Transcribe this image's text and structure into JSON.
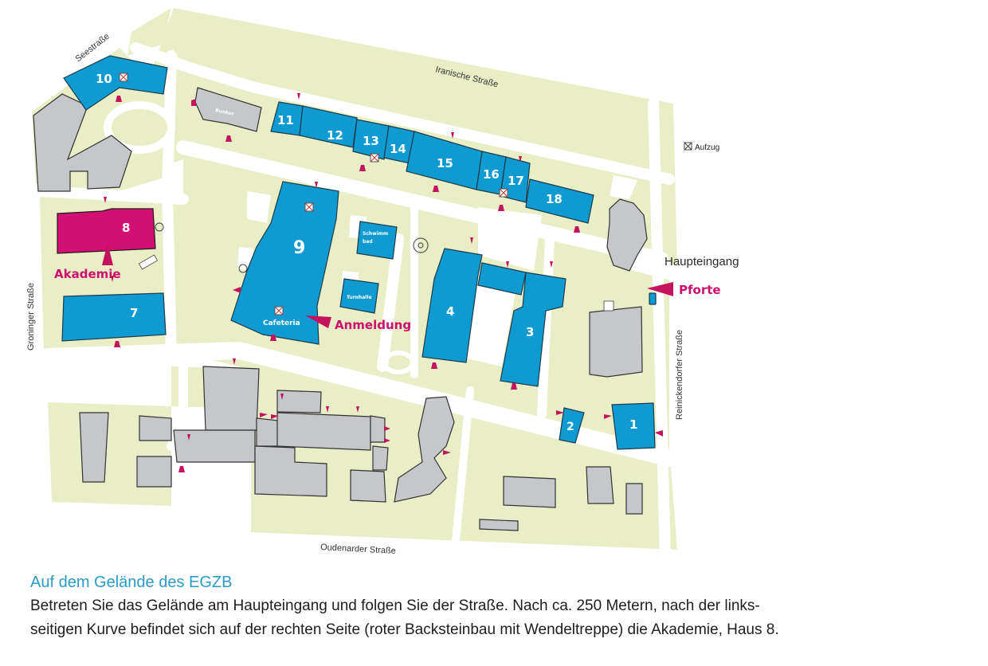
{
  "colors": {
    "ground": "#e9eec7",
    "road": "#ffffff",
    "building_blue": "#0f9bd1",
    "building_gray": "#c5c7ca",
    "highlight_magenta": "#d40f73",
    "entrance_marker": "#c4125f",
    "outline": "#2b2b2b",
    "caption_heading": "#2b9bc4"
  },
  "streets": {
    "north": "Iranische Straße",
    "northwest": "Seestraße",
    "west": "Groninger Straße",
    "east": "Reinickendorfer Straße",
    "south": "Oudenarder Straße"
  },
  "legend": {
    "icon": "elevator-icon",
    "label": "Aufzug"
  },
  "buildings": {
    "b1": "1",
    "b2": "2",
    "b3": "3",
    "b4": "4",
    "b7": "7",
    "b8": "8",
    "b9": "9",
    "b10": "10",
    "b11": "11",
    "b12": "12",
    "b13": "13",
    "b14": "14",
    "b15": "15",
    "b16": "16",
    "b17": "17",
    "b18": "18",
    "bunker": "Bunker",
    "schwimmbad_1": "Schwimm",
    "schwimmbad_2": "bad",
    "turnhalle": "Turnhalle",
    "cafeteria": "Cafeteria"
  },
  "callouts": {
    "akademie": "Akademie",
    "anmeldung": "Anmeldung",
    "pforte": "Pforte",
    "haupteingang": "Haupteingang"
  },
  "caption": {
    "heading": "Auf dem Gelände des EGZB",
    "line1": "Betreten Sie das Gelände am Haupteingang und folgen Sie der Straße. Nach ca. 250 Metern, nach der links-",
    "line2": "seitigen Kurve befindet sich auf der rechten Seite (roter Backsteinbau mit Wendeltreppe) die Akademie, Haus 8."
  }
}
